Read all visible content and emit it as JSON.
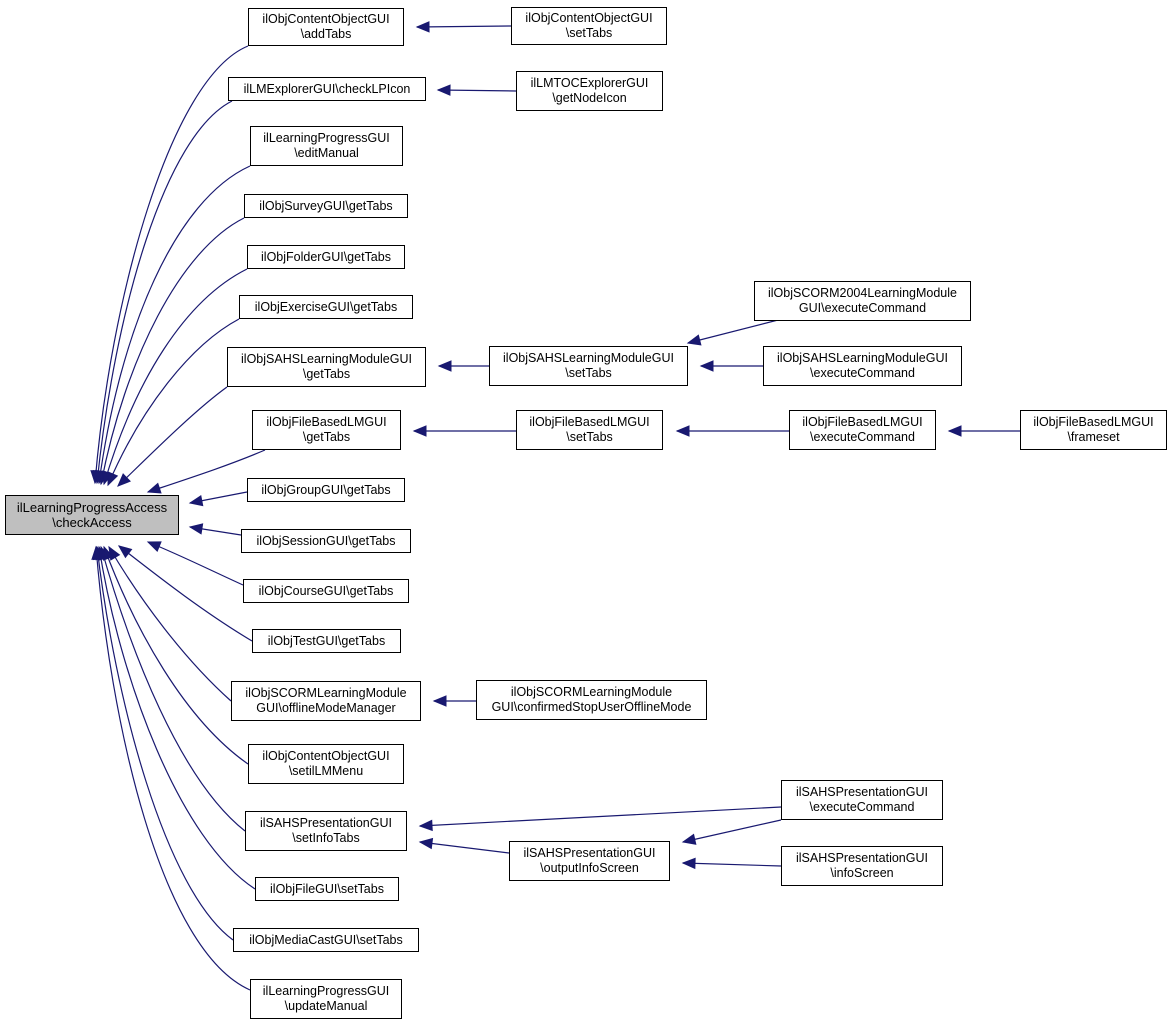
{
  "root": {
    "id": "root",
    "lines": [
      "ilLearningProgressAccess",
      "\\checkAccess"
    ]
  },
  "nodes": [
    {
      "id": "n1",
      "lines": [
        "ilObjContentObjectGUI",
        "\\addTabs"
      ]
    },
    {
      "id": "n2",
      "lines": [
        "ilLMExplorerGUI\\checkLPIcon"
      ]
    },
    {
      "id": "n3",
      "lines": [
        "ilLearningProgressGUI",
        "\\editManual"
      ]
    },
    {
      "id": "n4",
      "lines": [
        "ilObjSurveyGUI\\getTabs"
      ]
    },
    {
      "id": "n5",
      "lines": [
        "ilObjFolderGUI\\getTabs"
      ]
    },
    {
      "id": "n6",
      "lines": [
        "ilObjExerciseGUI\\getTabs"
      ]
    },
    {
      "id": "n7",
      "lines": [
        "ilObjSAHSLearningModuleGUI",
        "\\getTabs"
      ]
    },
    {
      "id": "n8",
      "lines": [
        "ilObjFileBasedLMGUI",
        "\\getTabs"
      ]
    },
    {
      "id": "n9",
      "lines": [
        "ilObjGroupGUI\\getTabs"
      ]
    },
    {
      "id": "n10",
      "lines": [
        "ilObjSessionGUI\\getTabs"
      ]
    },
    {
      "id": "n11",
      "lines": [
        "ilObjCourseGUI\\getTabs"
      ]
    },
    {
      "id": "n12",
      "lines": [
        "ilObjTestGUI\\getTabs"
      ]
    },
    {
      "id": "n13",
      "lines": [
        "ilObjSCORMLearningModule",
        "GUI\\offlineModeManager"
      ]
    },
    {
      "id": "n14",
      "lines": [
        "ilObjContentObjectGUI",
        "\\setilLMMenu"
      ]
    },
    {
      "id": "n15",
      "lines": [
        "ilSAHSPresentationGUI",
        "\\setInfoTabs"
      ]
    },
    {
      "id": "n16",
      "lines": [
        "ilObjFileGUI\\setTabs"
      ]
    },
    {
      "id": "n17",
      "lines": [
        "ilObjMediaCastGUI\\setTabs"
      ]
    },
    {
      "id": "n18",
      "lines": [
        "ilLearningProgressGUI",
        "\\updateManual"
      ]
    },
    {
      "id": "m1",
      "lines": [
        "ilObjContentObjectGUI",
        "\\setTabs"
      ]
    },
    {
      "id": "m2",
      "lines": [
        "ilLMTOCExplorerGUI",
        "\\getNodeIcon"
      ]
    },
    {
      "id": "m3",
      "lines": [
        "ilObjSAHSLearningModuleGUI",
        "\\setTabs"
      ]
    },
    {
      "id": "m4",
      "lines": [
        "ilObjFileBasedLMGUI",
        "\\setTabs"
      ]
    },
    {
      "id": "m5",
      "lines": [
        "ilObjSCORMLearningModule",
        "GUI\\confirmedStopUserOfflineMode"
      ]
    },
    {
      "id": "m6",
      "lines": [
        "ilSAHSPresentationGUI",
        "\\outputInfoScreen"
      ]
    },
    {
      "id": "p1",
      "lines": [
        "ilObjSCORM2004LearningModule",
        "GUI\\executeCommand"
      ]
    },
    {
      "id": "p2",
      "lines": [
        "ilObjSAHSLearningModuleGUI",
        "\\executeCommand"
      ]
    },
    {
      "id": "p3",
      "lines": [
        "ilObjFileBasedLMGUI",
        "\\executeCommand"
      ]
    },
    {
      "id": "p4",
      "lines": [
        "ilSAHSPresentationGUI",
        "\\executeCommand"
      ]
    },
    {
      "id": "p5",
      "lines": [
        "ilSAHSPresentationGUI",
        "\\infoScreen"
      ]
    },
    {
      "id": "q1",
      "lines": [
        "ilObjFileBasedLMGUI",
        "\\frameset"
      ]
    }
  ],
  "edges": [
    {
      "from": "n1",
      "to": "root"
    },
    {
      "from": "n2",
      "to": "root"
    },
    {
      "from": "n3",
      "to": "root"
    },
    {
      "from": "n4",
      "to": "root"
    },
    {
      "from": "n5",
      "to": "root"
    },
    {
      "from": "n6",
      "to": "root"
    },
    {
      "from": "n7",
      "to": "root"
    },
    {
      "from": "n8",
      "to": "root"
    },
    {
      "from": "n9",
      "to": "root"
    },
    {
      "from": "n10",
      "to": "root"
    },
    {
      "from": "n11",
      "to": "root"
    },
    {
      "from": "n12",
      "to": "root"
    },
    {
      "from": "n13",
      "to": "root"
    },
    {
      "from": "n14",
      "to": "root"
    },
    {
      "from": "n15",
      "to": "root"
    },
    {
      "from": "n16",
      "to": "root"
    },
    {
      "from": "n17",
      "to": "root"
    },
    {
      "from": "n18",
      "to": "root"
    },
    {
      "from": "m1",
      "to": "n1"
    },
    {
      "from": "m2",
      "to": "n2"
    },
    {
      "from": "m3",
      "to": "n7"
    },
    {
      "from": "m4",
      "to": "n8"
    },
    {
      "from": "m5",
      "to": "n13"
    },
    {
      "from": "m6",
      "to": "n15"
    },
    {
      "from": "p4",
      "to": "n15"
    },
    {
      "from": "p1",
      "to": "m3"
    },
    {
      "from": "p2",
      "to": "m3"
    },
    {
      "from": "p3",
      "to": "m4"
    },
    {
      "from": "q1",
      "to": "p3"
    },
    {
      "from": "p4",
      "to": "m6"
    },
    {
      "from": "p5",
      "to": "m6"
    }
  ],
  "colors": {
    "edge": "#191970",
    "root_fill": "#bfbfbf",
    "node_border": "#000000",
    "node_fill": "#ffffff"
  }
}
